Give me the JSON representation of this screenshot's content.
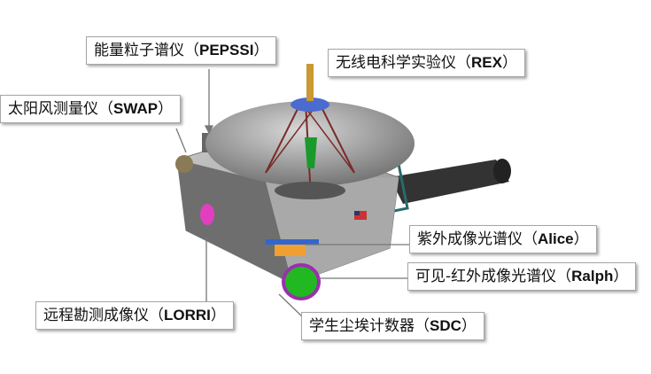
{
  "labels": {
    "pepssi": {
      "cn": "能量粒子谱仪（",
      "en": "PEPSSI",
      "close": "）"
    },
    "rex": {
      "cn": "无线电科学实验仪（",
      "en": "REX",
      "close": "）"
    },
    "swap": {
      "cn": "太阳风测量仪（",
      "en": "SWAP",
      "close": "）"
    },
    "alice": {
      "cn": "紫外成像光谱仪（",
      "en": "Alice",
      "close": "）"
    },
    "ralph": {
      "cn": "可见-红外成像光谱仪（",
      "en": "Ralph",
      "close": "）"
    },
    "lorri": {
      "cn": "远程勘测成像仪（",
      "en": "LORRI",
      "close": "）"
    },
    "sdc": {
      "cn": "学生尘埃计数器（",
      "en": "SDC",
      "close": "）"
    }
  }
}
